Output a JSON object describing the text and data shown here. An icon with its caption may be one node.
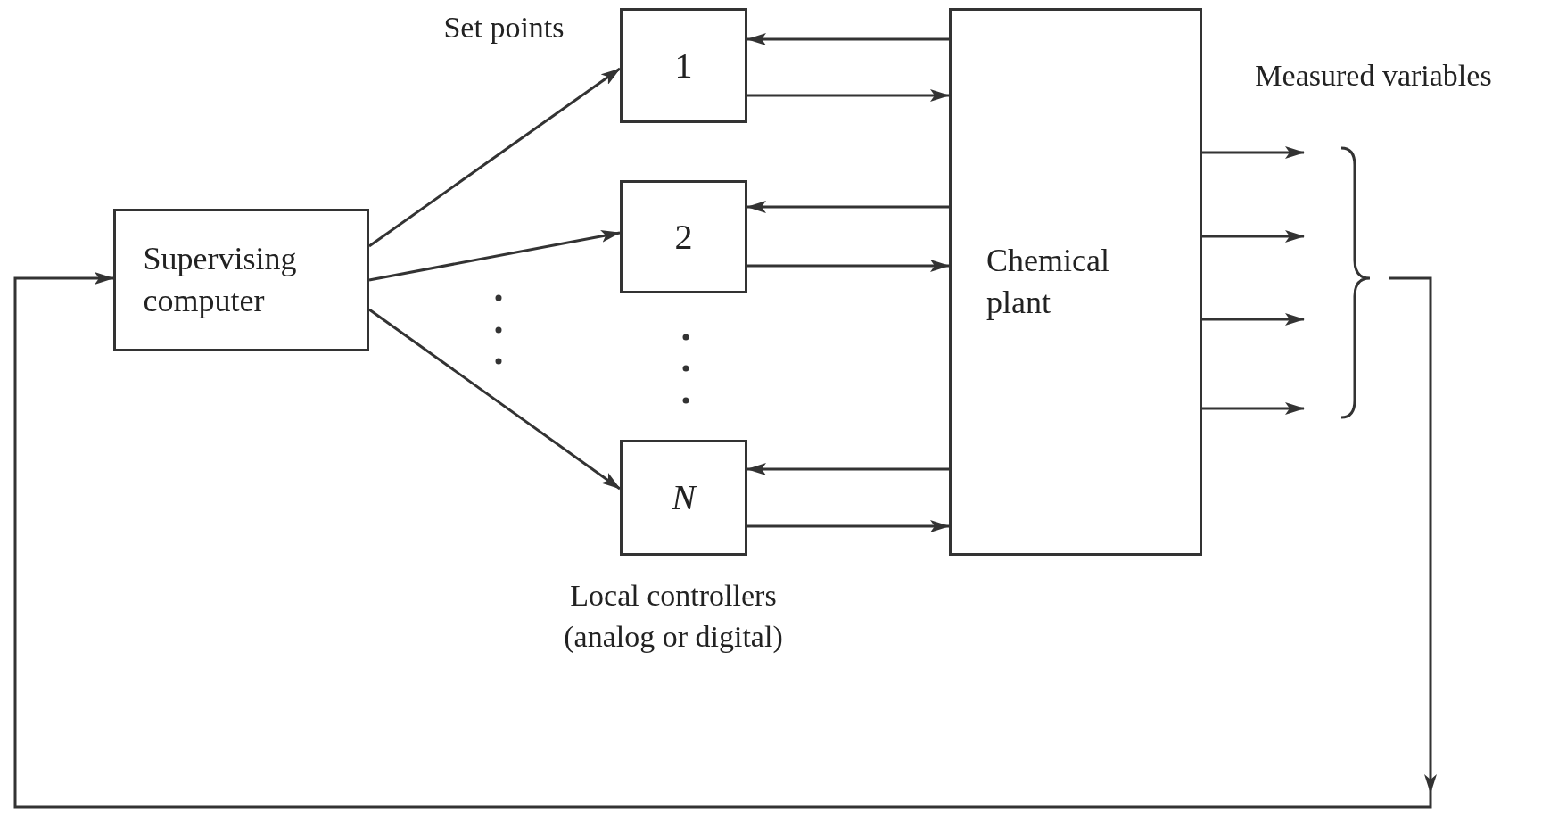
{
  "diagram": {
    "nodes": [
      {
        "text": [
          "Supervising computer"
        ]
      },
      {
        "text": [
          "1"
        ]
      },
      {
        "text": [
          "2"
        ]
      },
      {
        "text": [
          "N"
        ]
      },
      {
        "text": [
          "Chemical plant"
        ]
      }
    ],
    "edges": [
      {
        "from": 0,
        "to": 1,
        "arrow": "to"
      },
      {
        "from": 0,
        "to": 2,
        "arrow": "to"
      },
      {
        "from": 0,
        "to": 3,
        "arrow": "to"
      },
      {
        "from": 4,
        "to": 1,
        "arrow": "to"
      },
      {
        "from": 1,
        "to": 4,
        "arrow": "to"
      },
      {
        "from": 4,
        "to": 2,
        "arrow": "to"
      },
      {
        "from": 2,
        "to": 4,
        "arrow": "to"
      },
      {
        "from": 4,
        "to": 3,
        "arrow": "to"
      },
      {
        "from": 3,
        "to": 4,
        "arrow": "to"
      },
      {
        "from": 4,
        "to": null,
        "arrow": "to"
      },
      {
        "from": 4,
        "to": null,
        "arrow": "to"
      },
      {
        "from": 4,
        "to": null,
        "arrow": "to"
      },
      {
        "from": 4,
        "to": null,
        "arrow": "to"
      },
      {
        "from": null,
        "to": 0,
        "arrow": "to"
      }
    ],
    "labels": [
      "Set points",
      "Measured variables",
      "Local controllers (analog or digital)"
    ]
  }
}
